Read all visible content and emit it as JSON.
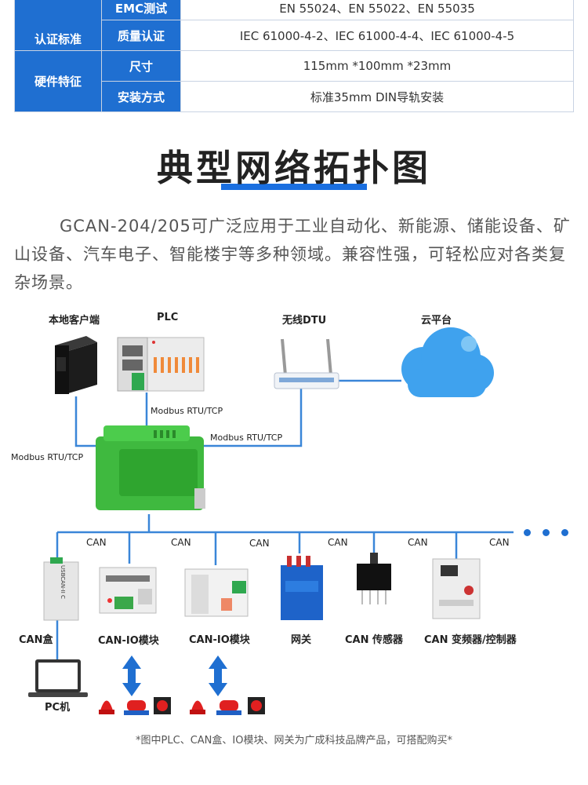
{
  "spec": {
    "rows": [
      {
        "category": "认证标准",
        "label": "EMC测试",
        "value": "EN 55024、EN 55022、EN 55035"
      },
      {
        "category": "",
        "label": "质量认证",
        "value": "IEC 61000-4-2、IEC 61000-4-4、IEC 61000-4-5"
      },
      {
        "category": "硬件特征",
        "label": "尺寸",
        "value": "115mm *100mm *23mm"
      },
      {
        "category": "",
        "label": "安装方式",
        "value": "标准35mm DIN导轨安装"
      }
    ]
  },
  "heading": {
    "title": "典型网络拓扑图"
  },
  "intro": {
    "text": "GCAN-204/205可广泛应用于工业自动化、新能源、储能设备、矿山设备、汽车电子、智能楼宇等多种领域。兼容性强，可轻松应对各类复杂场景。"
  },
  "diagram": {
    "top_labels": {
      "client": "本地客户端",
      "plc": "PLC",
      "dtu": "无线DTU",
      "cloud": "云平台"
    },
    "protocol_labels": {
      "plc_link": "Modbus RTU/TCP",
      "dtu_link": "Modbus RTU/TCP",
      "client_link": "Modbus RTU/TCP"
    },
    "can_labels": [
      "CAN",
      "CAN",
      "CAN",
      "CAN",
      "CAN",
      "CAN"
    ],
    "bottom_labels": {
      "can_box": "CAN盒",
      "io1": "CAN-IO模块",
      "io2": "CAN-IO模块",
      "gateway": "网关",
      "sensor": "CAN 传感器",
      "inverter": "CAN 变频器/控制器",
      "pc": "PC机"
    },
    "device_text": {
      "usbcan": "USBCAN-II C"
    }
  },
  "footnote": "*图中PLC、CAN盒、IO模块、网关为广成科技品牌产品，可搭配购买*",
  "colors": {
    "accent": "#1f6fd1",
    "line": "#3a86d8",
    "green": "#3fb93f"
  }
}
